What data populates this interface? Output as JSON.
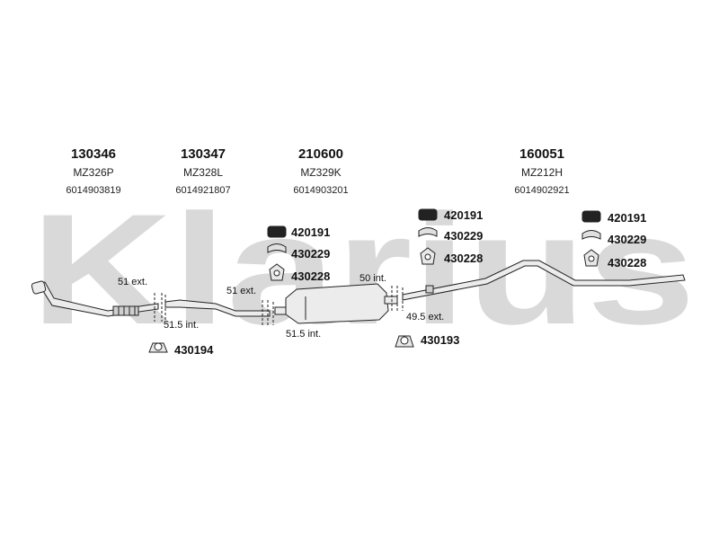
{
  "watermark_text": "Klarius",
  "parts": [
    {
      "number": "130346",
      "ref": "MZ326P",
      "oe": "6014903819"
    },
    {
      "number": "130347",
      "ref": "MZ328L",
      "oe": "6014921807"
    },
    {
      "number": "210600",
      "ref": "MZ329K",
      "oe": "6014903201"
    },
    {
      "number": "160051",
      "ref": "MZ212H",
      "oe": "6014902921"
    }
  ],
  "accessories": {
    "group1": [
      "420191",
      "430229",
      "430228"
    ],
    "group2": [
      "420191",
      "430229",
      "430228"
    ],
    "group3": [
      "420191",
      "430229",
      "430228"
    ],
    "clamp1": "430194",
    "clamp2": "430193"
  },
  "dimensions": {
    "d1": "51 ext.",
    "d2": "51.5 int.",
    "d3": "51 ext.",
    "d4": "51.5 int.",
    "d5": "50 int.",
    "d6": "49.5 ext."
  },
  "colors": {
    "watermark": "#d9d9d9",
    "pipe": "#e6e6e6",
    "outline": "#222222"
  }
}
